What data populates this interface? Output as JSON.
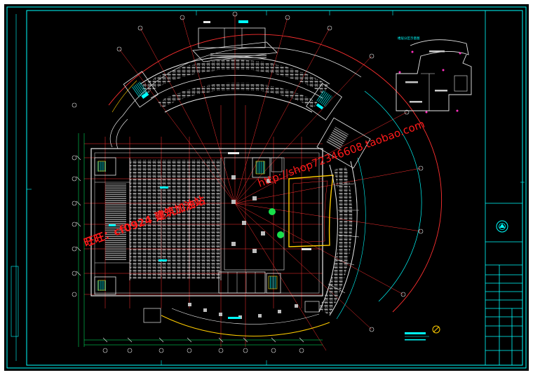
{
  "drawing": {
    "watermark_cn": "旺旺：cf0924  建筑加油站",
    "watermark_url": "http://shop72346608.taobao.com",
    "key_plan_title": "楼层分区示意图",
    "colors": {
      "background": "#000000",
      "frame": "#00ffff",
      "wall": "#e8e8e8",
      "axis": "#ff3030",
      "furniture": "#c8c8c8",
      "label": "#00ffff",
      "highlight": "#ffcc00",
      "accent": "#ff2fbf",
      "plant": "#19e04a",
      "watermark": "#ff1a1a"
    }
  }
}
